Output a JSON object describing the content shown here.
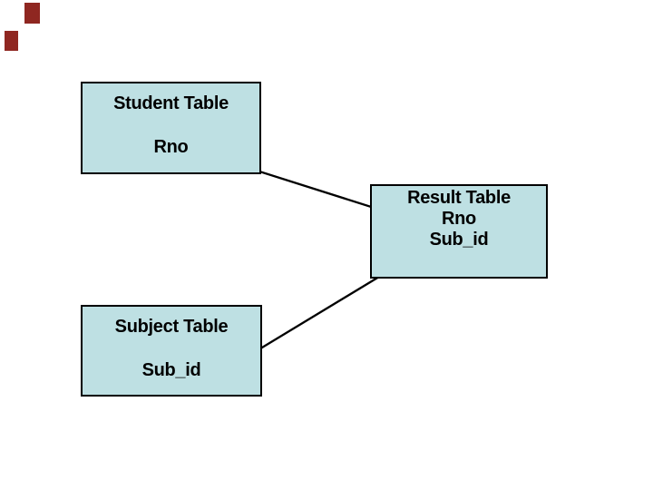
{
  "slide": {
    "background": "#ffffff",
    "accent_shapes": {
      "color": "#8f2721",
      "count": 2,
      "description": "two small dark-red rectangles clipped at the top-left slide edge"
    }
  },
  "diagram": {
    "type": "database-relationship-diagram",
    "box_fill": "#bee0e3",
    "box_border_color": "#000000",
    "arrow_color": "#000000",
    "tables": [
      {
        "title": "Student Table",
        "fields": [
          "Rno"
        ]
      },
      {
        "title": "Result Table",
        "fields": [
          "Rno",
          "Sub_id"
        ]
      },
      {
        "title": "Subject Table",
        "fields": [
          "Sub_id"
        ]
      }
    ],
    "connectors": [
      {
        "from": "Student Table.Rno",
        "to": "Result Table.Rno",
        "style": "double-headed-arrow"
      },
      {
        "from": "Subject Table.Sub_id",
        "to": "Result Table.Sub_id",
        "style": "double-headed-arrow"
      }
    ]
  }
}
